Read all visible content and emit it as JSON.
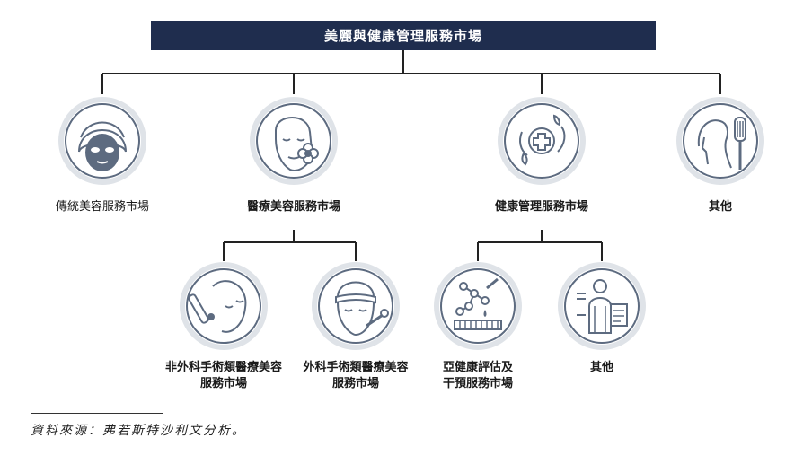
{
  "root": "美麗與健康管理服務市場",
  "level1": [
    {
      "label": "傳統美容服務市場",
      "icon": "face-mask-icon"
    },
    {
      "label": "醫療美容服務市場",
      "icon": "face-flower-icon"
    },
    {
      "label": "健康管理服務市場",
      "icon": "health-cross-icon"
    },
    {
      "label": "其他",
      "icon": "hair-brush-icon"
    }
  ],
  "level2_medical": [
    {
      "line1": "非外科手術類醫療美容",
      "line2": "服務市場",
      "icon": "microneedle-face-icon"
    },
    {
      "line1": "外科手術類醫療美容",
      "line2": "服務市場",
      "icon": "surgery-face-icon"
    }
  ],
  "level2_health": [
    {
      "line1": "亞健康評估及",
      "line2": "干預服務市場",
      "icon": "molecule-test-icon"
    },
    {
      "line1": "其他",
      "line2": "",
      "icon": "doctor-checklist-icon"
    }
  ],
  "source": "資料來源：弗若斯特沙利文分析。",
  "colors": {
    "root_bg": "#1f2d4e",
    "icon_stroke": "#5d6b80",
    "line": "#222222"
  }
}
